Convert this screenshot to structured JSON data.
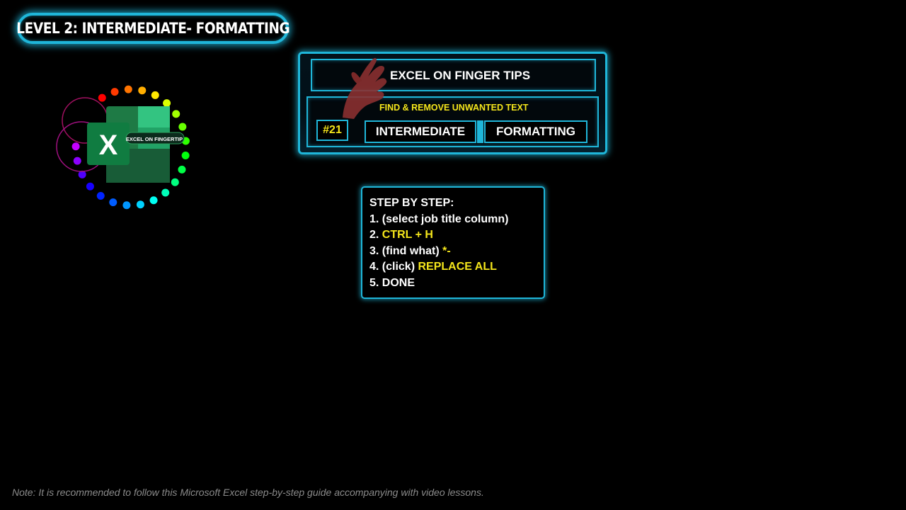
{
  "level_title": "LEVEL 2: INTERMEDIATE- FORMATTING",
  "logo": {
    "icon": "excel-icon",
    "letter": "X",
    "label": "EXCEL ON FINGERTIP"
  },
  "banner": {
    "title": "EXCEL ON FINGER TIPS",
    "subtitle": "FIND & REMOVE UNWANTED TEXT",
    "number": "#21",
    "tag_level": "INTERMEDIATE",
    "tag_category": "FORMATTING"
  },
  "steps": {
    "heading": "STEP BY STEP:",
    "items": [
      {
        "prefix": "1. (select job title column)",
        "highlight": ""
      },
      {
        "prefix": "2. ",
        "highlight": "CTRL + H"
      },
      {
        "prefix": "3. (find what) ",
        "highlight": "*-"
      },
      {
        "prefix": "4. (click) ",
        "highlight": "REPLACE ALL"
      },
      {
        "prefix": "5. DONE",
        "highlight": ""
      }
    ]
  },
  "note": "Note: It is recommended to follow this Microsoft Excel step-by-step guide accompanying with video lessons.",
  "colors": {
    "accent": "#1fb6d9",
    "highlight": "#f5e61b",
    "background": "#000000"
  }
}
